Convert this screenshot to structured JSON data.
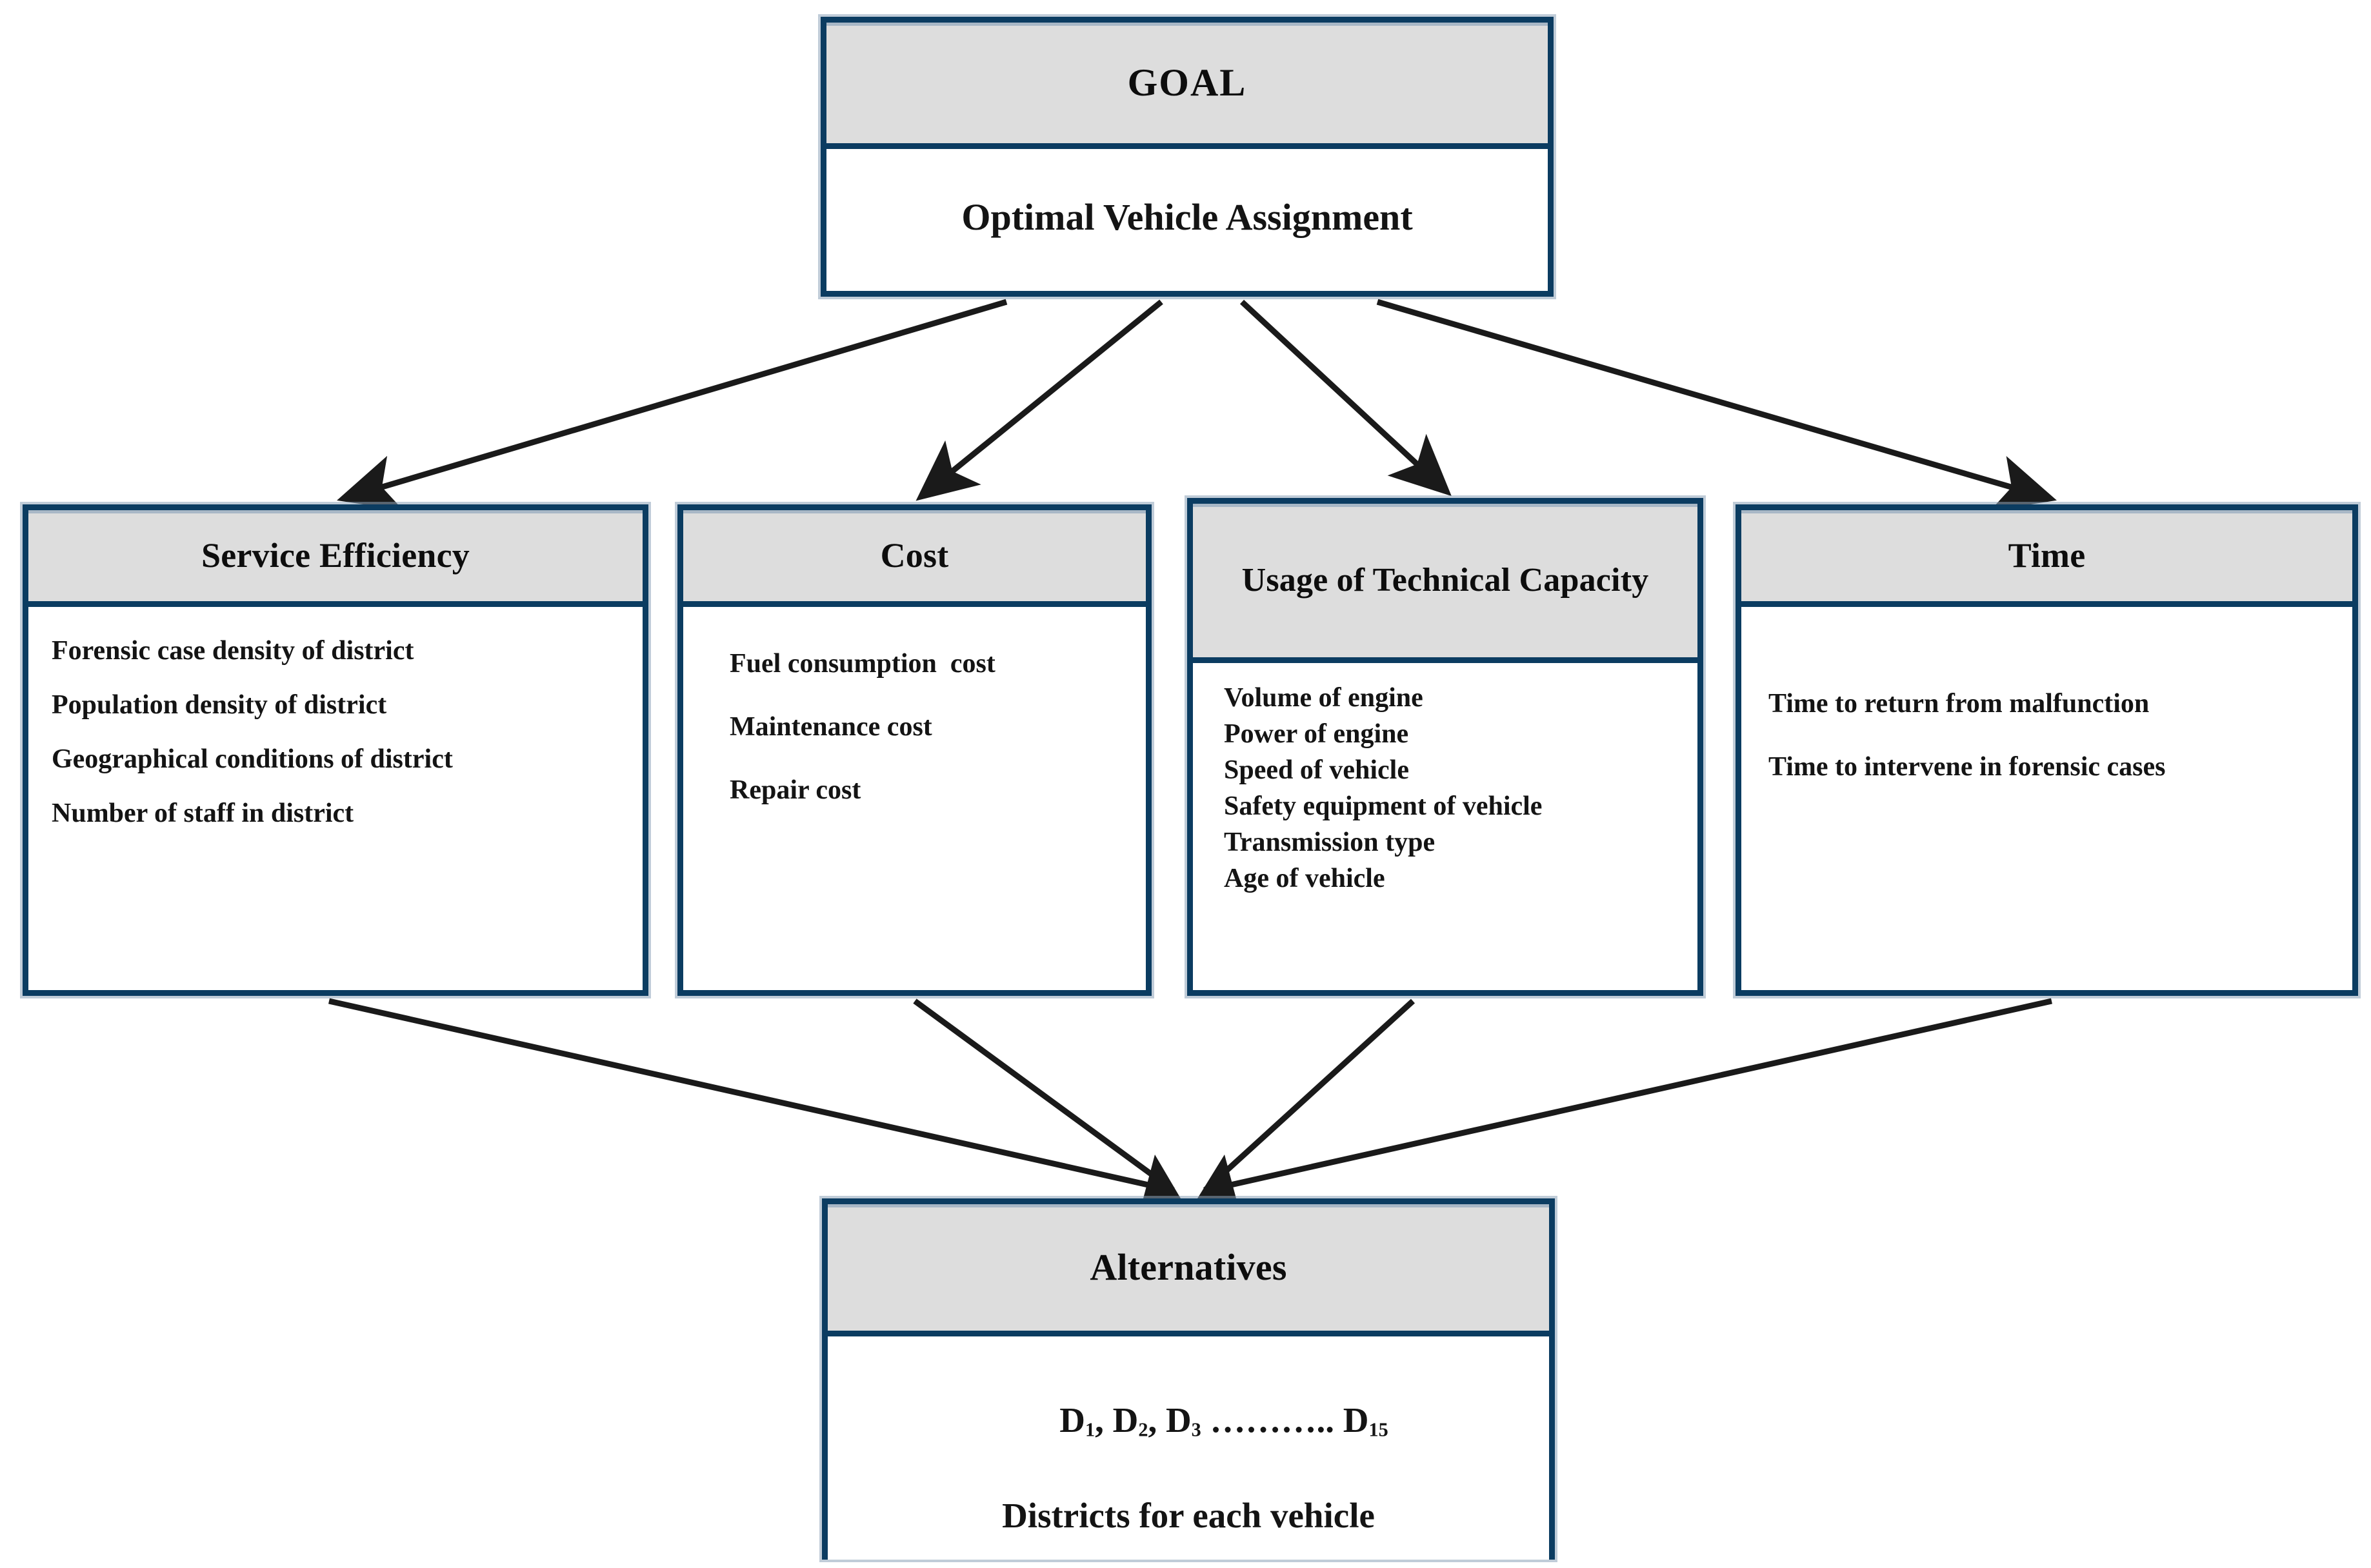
{
  "diagram": {
    "type": "ahp-hierarchy",
    "goal": {
      "header": "GOAL",
      "label": "Optimal Vehicle Assignment"
    },
    "criteria": [
      {
        "header": "Service Efficiency",
        "subcriteria": [
          "Forensic case density of district",
          "Population density of district",
          "Geographical conditions of district",
          "Number of staff in district"
        ]
      },
      {
        "header": "Cost",
        "subcriteria": [
          "Fuel consumption  cost",
          "Maintenance cost",
          "Repair cost"
        ]
      },
      {
        "header": "Usage of Technical Capacity",
        "subcriteria": [
          "Volume of engine",
          "Power of engine",
          "Speed of vehicle",
          "Safety equipment of vehicle",
          "Transmission type",
          "Age of vehicle"
        ]
      },
      {
        "header": "Time",
        "subcriteria": [
          "Time to return from malfunction",
          "Time to intervene in forensic cases"
        ]
      }
    ],
    "alternatives": {
      "header": "Alternatives",
      "line1_prefix": "D",
      "line1": "D1, D2, D3 ……….. D15",
      "line2": "Districts for each vehicle",
      "items": [
        "D1",
        "D2",
        "D3",
        "D15"
      ],
      "ellipsis": "………..",
      "count_label": "15"
    },
    "colors": {
      "border": "#0b3c61",
      "header_fill": "#dddddd",
      "body_fill": "#ffffff",
      "arrow": "#1a1a1a",
      "border_halo": "#8ca3b8"
    }
  }
}
